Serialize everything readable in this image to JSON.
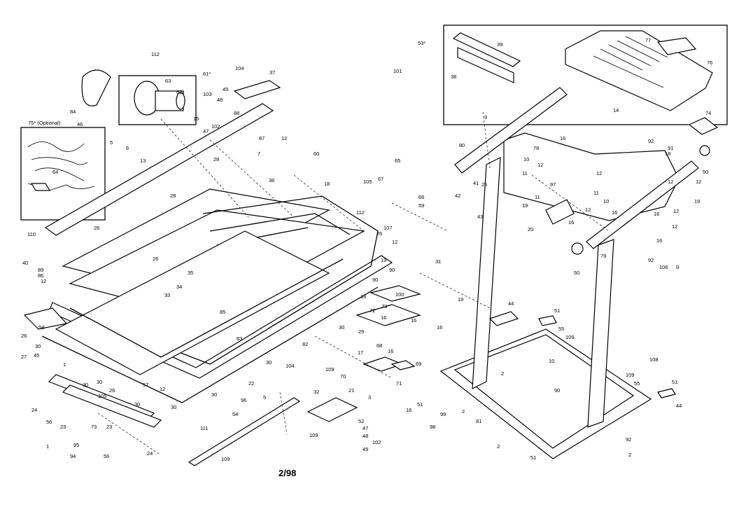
{
  "drawing": {
    "date_code": "2/98",
    "optional_callout": "75* (Optional)",
    "inset_callout": "53*"
  },
  "part_labels": {
    "p1": "1",
    "p2": "2",
    "p3": "3",
    "p5": "5",
    "p6": "6",
    "p7": "7",
    "p9": "9",
    "p10": "10",
    "p11": "11",
    "p12": "12",
    "p13": "13",
    "p14": "14",
    "p15": "15",
    "p16": "16",
    "p17": "17",
    "p18": "18",
    "p19": "19",
    "p20": "20",
    "p21": "21",
    "p22": "22",
    "p23": "23",
    "p24": "24",
    "p25": "25",
    "p26": "26",
    "p27": "27",
    "p28": "28",
    "p29": "29",
    "p30": "30",
    "p31": "31",
    "p32": "32",
    "p33": "33",
    "p34": "34",
    "p35": "35",
    "p36": "36",
    "p37": "37",
    "p38": "38",
    "p39": "39",
    "p40": "40",
    "p41": "41",
    "p42": "42",
    "p43": "43",
    "p44": "44",
    "p45": "45",
    "p46": "46",
    "p47": "47",
    "p48": "48",
    "p49": "49",
    "p50": "50",
    "p51": "51",
    "p52": "52",
    "p54": "54",
    "p55": "55",
    "p56": "56",
    "p57": "57",
    "p58": "58",
    "p59": "59",
    "p60": "60",
    "p61": "61",
    "p62": "62",
    "p63": "63",
    "p64": "64",
    "p65": "65",
    "p66": "66",
    "p67": "67",
    "p68": "68",
    "p69": "69",
    "p70": "70",
    "p71": "71",
    "p72": "72",
    "p73": "73",
    "p74": "74",
    "p76": "76",
    "p77": "77",
    "p78": "78",
    "p79": "79",
    "p80": "80",
    "p81": "81",
    "p82": "82",
    "p83": "83",
    "p84": "84",
    "p85": "85",
    "p86": "86",
    "p87": "87",
    "p88": "88",
    "p89": "89",
    "p90": "90",
    "p91": "91",
    "p92": "92",
    "p94": "94",
    "p95": "95",
    "p96": "96",
    "p97": "97",
    "p98": "98",
    "p99": "99",
    "p100": "100",
    "p101": "101",
    "p102": "102",
    "p103": "103",
    "p104": "104",
    "p105": "105",
    "p106": "106",
    "p107": "107",
    "p108": "108",
    "p109": "109",
    "p110": "110",
    "p111": "111",
    "p112": "112",
    "p61s": "61*"
  }
}
